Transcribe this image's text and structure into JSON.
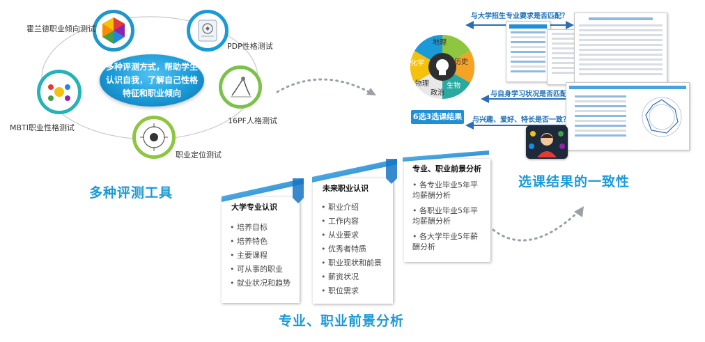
{
  "left_section": {
    "center_text": "多种评测方式，帮助学生认识自我，了解自己性格特征和职业倾向",
    "tools": [
      {
        "label": "霍兰德职业倾向测试",
        "ring_color": "#2196c9"
      },
      {
        "label": "PDP性格测试",
        "ring_color": "#1a9ad6"
      },
      {
        "label": "16PF人格测试",
        "ring_color": "#7cc24a"
      },
      {
        "label": "职业定位测试",
        "ring_color": "#8dc63f"
      },
      {
        "label": "MBTI职业性格测试",
        "ring_color": "#23b3b8"
      }
    ],
    "title": "多种评测工具"
  },
  "middle_section": {
    "cards": [
      {
        "title": "大学专业认识",
        "items": [
          "培养目标",
          "培养特色",
          "主要课程",
          "可从事的职业",
          "就业状况和趋势"
        ]
      },
      {
        "title": "未来职业认识",
        "items": [
          "职业介绍",
          "工作内容",
          "从业要求",
          "优秀者特质",
          "职业现状和前景",
          "薪资状况",
          "职位需求"
        ]
      },
      {
        "title": "专业、职业前景分析",
        "items": [
          "各专业毕业5年平均薪酬分析",
          "各职业毕业5年平均薪酬分析",
          "各大学毕业5年薪酬分析"
        ]
      }
    ],
    "title": "专业、职业前景分析"
  },
  "right_section": {
    "subjects": [
      "地理",
      "历史",
      "生物",
      "政治",
      "物理",
      "化学"
    ],
    "result_label": "6选3选课结果",
    "questions": [
      "与大学招生专业要求是否匹配？",
      "与自身学习状况是否匹配？",
      "与兴趣、爱好、特长是否一致？"
    ],
    "title": "选课结果的一致性"
  },
  "colors": {
    "accent": "#1a9ad6",
    "card_band": "#1f8fd6",
    "arrow": "#2a6db8"
  }
}
